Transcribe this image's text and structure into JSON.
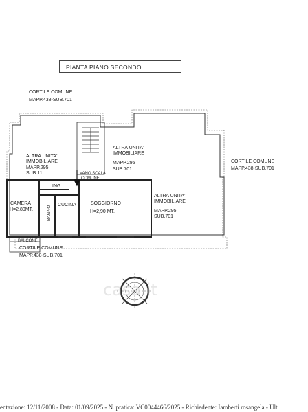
{
  "title": "PIANTA PIANO SECONDO",
  "labels": {
    "cortile_top": "CORTILE COMUNE",
    "mapp_top": "MAPP.438-SUB.701",
    "cortile_right": "CORTILE COMUNE",
    "mapp_right": "MAPP.438-SUB.701",
    "cortile_bottom": "CORTILE COMUNE",
    "mapp_bottom": "MAPP.438-SUB.701",
    "altra_left_1": "ALTRA UNITA'",
    "altra_left_2": "IMMOBILIARE",
    "altra_left_3": "MAPP.295",
    "altra_left_4": "SUB.11",
    "altra_mid_1": "ALTRA UNITA'",
    "altra_mid_2": "IMMOBILIARE",
    "altra_mid_3": "MAPP.295",
    "altra_mid_4": "SUB.701",
    "altra_right_1": "ALTRA UNITA'",
    "altra_right_2": "IMMOBILIARE",
    "altra_right_3": "MAPP.295",
    "altra_right_4": "SUB.701",
    "vano_scala_1": "VANO SCALA",
    "vano_scala_2": "COMUNE",
    "ing": "ING.",
    "camera": "CAMERA",
    "camera_h": "H=2,80MT.",
    "bagno": "BAGNO",
    "cucina": "CUCINA",
    "soggiorno": "SOGGIORNO",
    "soggiorno_h": "H=2,90 MT.",
    "balcone": "BALCONE",
    "watermark": "casa.it",
    "footer": "entazione: 12/11/2008 - Data: 01/09/2025 - N. pratica: VC0044466/2025 - Richiedente: Iamberti rosangela - Ult"
  },
  "colors": {
    "line": "#3a3a3a",
    "wall": "#555555"
  }
}
